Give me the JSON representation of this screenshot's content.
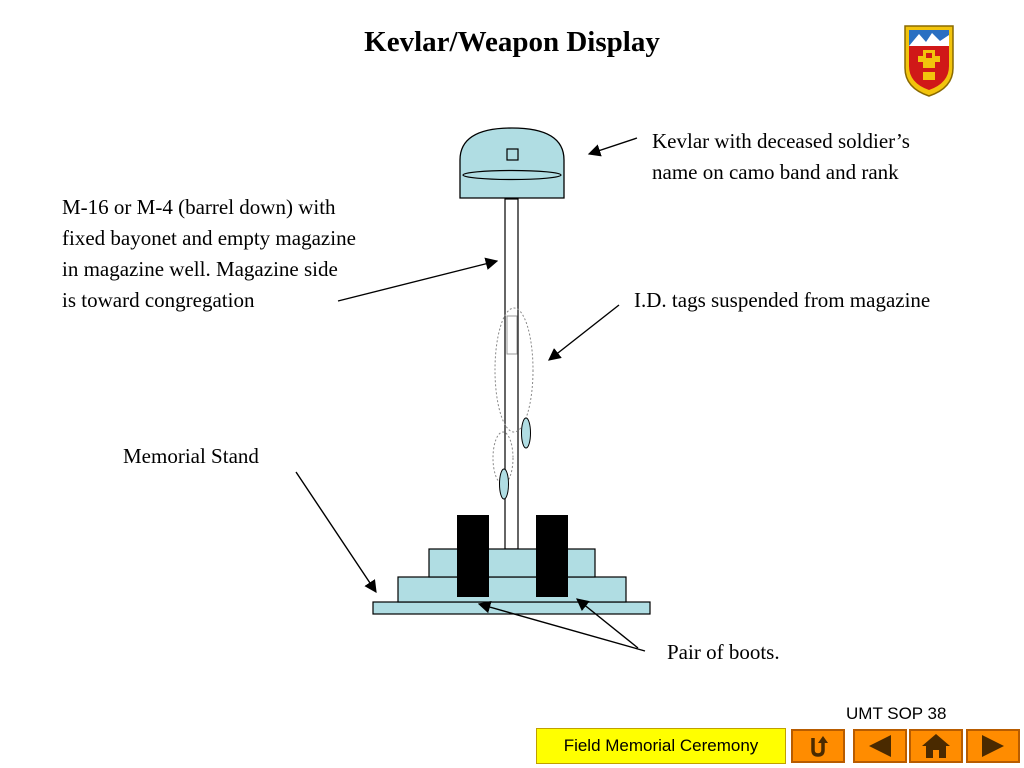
{
  "title": "Kevlar/Weapon Display",
  "labels": {
    "kevlar": "Kevlar with deceased soldier’s\nname on camo band and rank",
    "rifle": "M-16 or M-4 (barrel down) with\nfixed bayonet and empty magazine\nin magazine well.  Magazine side\nis toward congregation",
    "id_tags": "I.D. tags suspended from magazine",
    "stand": "Memorial Stand",
    "boots": "Pair of boots."
  },
  "footer": {
    "reference": "UMT SOP 38",
    "course": "Field Memorial Ceremony"
  },
  "nav": {
    "buttons": [
      {
        "name": "return-icon"
      },
      {
        "name": "previous-arrow-icon"
      },
      {
        "name": "home-icon"
      },
      {
        "name": "next-arrow-icon"
      }
    ]
  },
  "colors": {
    "light_blue": "#b0dde3",
    "boots": "#000000",
    "nav_orange": "#ff8c00",
    "footer_yellow": "#ffff00",
    "crest_red": "#d01818",
    "crest_yellow": "#f2c40c",
    "crest_blue": "#2a6fc2"
  }
}
